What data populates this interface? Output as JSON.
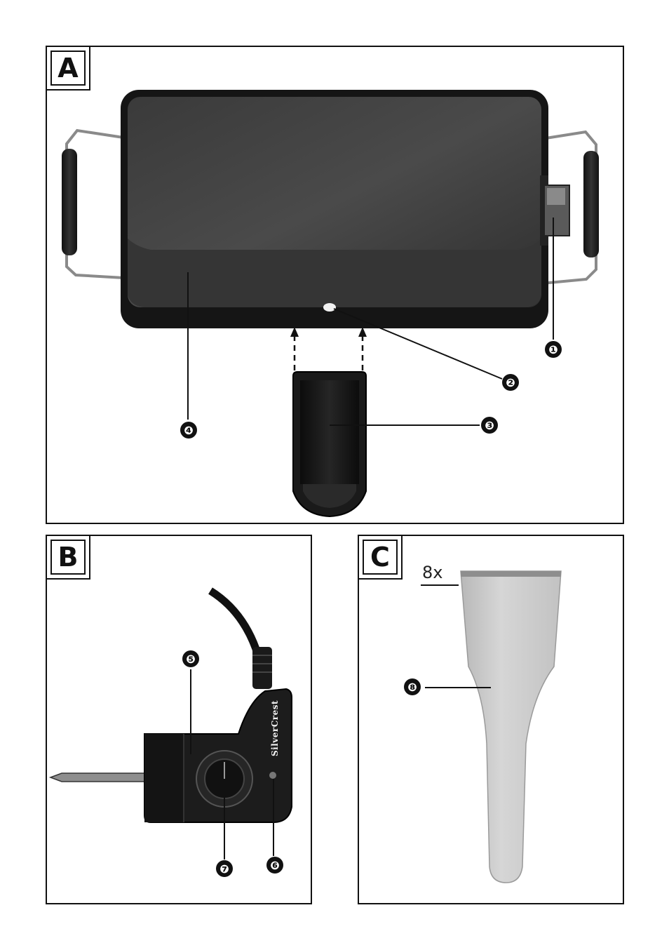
{
  "figures": {
    "a": {
      "label": "A"
    },
    "b": {
      "label": "B"
    },
    "c": {
      "label": "C"
    }
  },
  "callouts": {
    "c1": "❶",
    "c2": "❷",
    "c3": "❸",
    "c4": "❹",
    "c5": "❺",
    "c6": "❻",
    "c7": "❼",
    "c8": "❽"
  },
  "figure_c": {
    "quantity": "8x"
  },
  "brand_logo": {
    "text": "SilverCrest"
  },
  "colors": {
    "line": "#111111",
    "plate": "#2b2b2b",
    "wood": "#cfcfcf"
  }
}
